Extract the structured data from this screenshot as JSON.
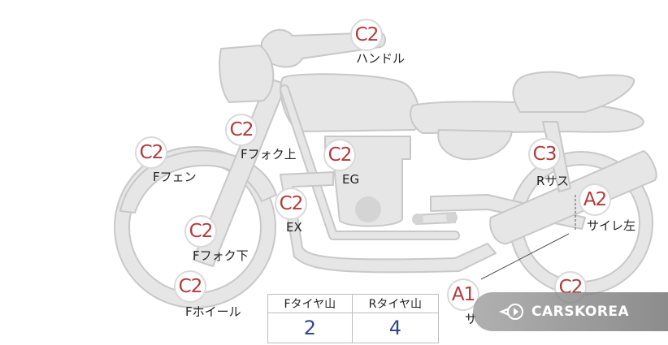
{
  "labels": {
    "handle": {
      "grade": "C2",
      "name": "ハンドル"
    },
    "f_fork_upper": {
      "grade": "C2",
      "name": "Fフォク上"
    },
    "f_fender": {
      "grade": "C2",
      "name": "Fフェン"
    },
    "engine": {
      "grade": "C2",
      "name": "EG"
    },
    "exhaust": {
      "grade": "C2",
      "name": "EX"
    },
    "f_fork_lower": {
      "grade": "C2",
      "name": "Fフォク下"
    },
    "f_wheel": {
      "grade": "C2",
      "name": "Fホイール"
    },
    "r_suspension": {
      "grade": "C3",
      "name": "Rサス"
    },
    "silencer_left": {
      "grade": "A2",
      "name": "サイレ左"
    },
    "a1_part": {
      "grade": "A1",
      "name": "サ"
    },
    "r_wheel": {
      "grade": "C2",
      "name": ""
    }
  },
  "tire_table": {
    "headers": [
      "Fタイヤ山",
      "Rタイヤ山"
    ],
    "values": [
      "2",
      "4"
    ]
  },
  "watermark": {
    "text": "CARSKOREA",
    "icon": "carskorea-logo-icon"
  },
  "colors": {
    "body_fill": "#e6e6e6",
    "outline": "#c8c8c8",
    "grade_text": "#b43a3a",
    "value_text": "#2f4a8a"
  }
}
